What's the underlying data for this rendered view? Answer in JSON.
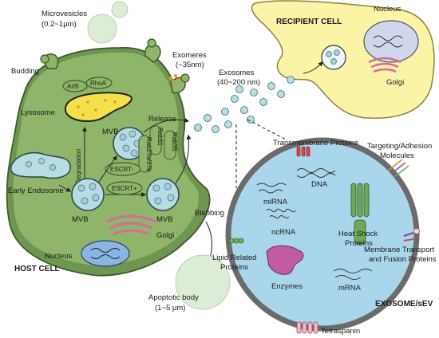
{
  "labels": {
    "microvesicles": "Microvesicles",
    "microvesicles_size": "(0.2~1μm)",
    "recipient_cell": "RECIPIENT CELL",
    "nucleus_recipient": "Nucleus",
    "golgi_recipient": "Golgi",
    "budding": "Budding",
    "arf6": "Arf6",
    "rhoa": "RhoA",
    "exomeres": "Exomeres",
    "exomeres_size": "(~35nm)",
    "exosomes": "Exosomes",
    "exosomes_size": "(40~200 nm)",
    "lysosome": "Lysosome",
    "release": "Release",
    "degradation": "Degradation",
    "mvb_top": "MVB",
    "rab11": "Rab11",
    "rab35": "Rab35",
    "rab27": "Rab27a/27b",
    "escrt_minus": "ESCRT-",
    "escrt_plus": "ESCRT+",
    "early_endosome": "Early Endosome",
    "mvb_left": "MVB",
    "mvb_right": "MVB",
    "golgi_host": "Golgi",
    "nucleus_host": "Nucleus",
    "blebbing": "Blebbing",
    "host_cell": "HOST CELL",
    "apoptotic_body": "Apoptotic body",
    "apoptotic_size": "(1~5 μm)",
    "transmembrane_proteins": "Transmembrane Proteins",
    "targeting_line1": "Targeting/Adhesion",
    "targeting_line2": "Molecules",
    "dna": "DNA",
    "mirna": "miRNA",
    "heat_shock_line1": "Heat Shock",
    "heat_shock_line2": "Proteins",
    "ncrna": "ncRNA",
    "lipid_line1": "Lipid Related",
    "lipid_line2": "Proteins",
    "enzymes": "Enzymes",
    "mrna": "mRNA",
    "membrane_line1": "Membrane Transport",
    "membrane_line2": "and Fusion Proteins",
    "exosome_sev": "EXOSOME/sEV",
    "tetraspanin": "Tetraspanin"
  },
  "colors": {
    "host_fill": "#8fb56a",
    "host_stroke": "#3d5a2a",
    "host_rim": "#6f9650",
    "recipient_fill": "#fbf3a5",
    "recipient_stroke": "#8a8240",
    "vesicle_fill": "#b7dce4",
    "vesicle_stroke": "#3f6a70",
    "exosome_fill": "#a9d6ea",
    "exosome_rim": "#6b6b6b",
    "lysosome_fill": "#f4e04a",
    "golgi": "#d66a9c",
    "nucleus_fill": "#8ab4e4",
    "microvesicle_fill": "#dcecd7",
    "heat_shock": "#6fa85a",
    "enzyme": "#c25ca2",
    "tetraspanin": "#f2b8c8"
  }
}
